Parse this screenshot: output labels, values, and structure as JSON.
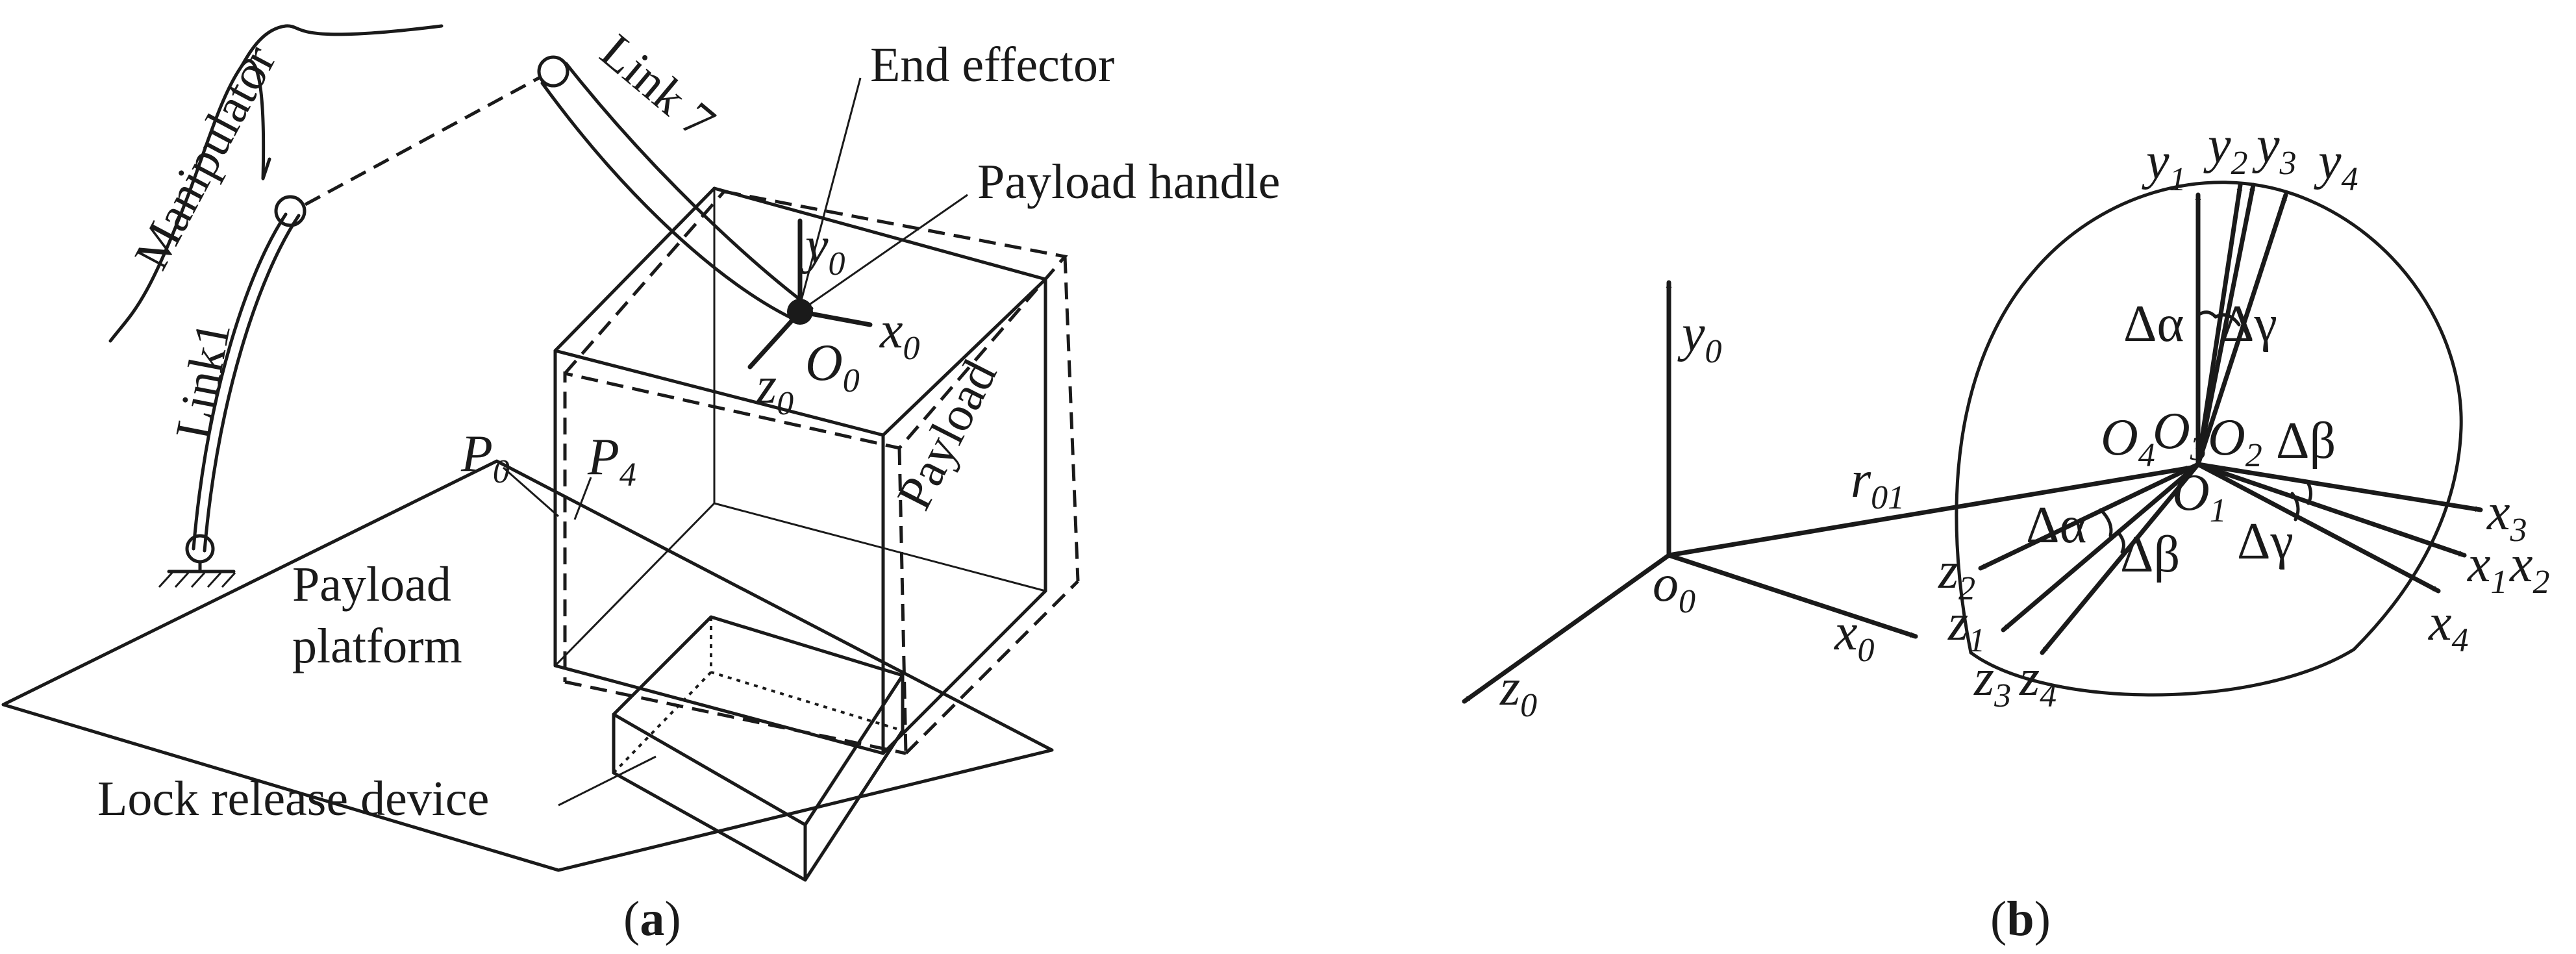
{
  "panel_a": {
    "labels": {
      "manipulator": "Manipulator",
      "link1": "Link1",
      "link7": "Link 7",
      "end_effector": "End effector",
      "payload_handle": "Payload handle",
      "payload": "Payload",
      "payload_platform_1": "Payload",
      "payload_platform_2": "platform",
      "lock_release_device": "Lock release device",
      "y0": "y",
      "y0_sub": "0",
      "x0": "x",
      "x0_sub": "0",
      "z0": "z",
      "z0_sub": "0",
      "O0": "O",
      "O0_sub": "0",
      "P0": "P",
      "P0_sub": "0",
      "P4": "P",
      "P4_sub": "4"
    },
    "caption": {
      "open": "(",
      "letter": "a",
      "close": ")"
    }
  },
  "panel_b": {
    "labels": {
      "y0": "y",
      "y0_sub": "0",
      "z0": "z",
      "z0_sub": "0",
      "x0": "x",
      "x0_sub": "0",
      "o0": "o",
      "o0_sub": "0",
      "r01": "r",
      "r01_sub": "01",
      "y1": "y",
      "y1_sub": "1",
      "y2": "y",
      "y2_sub": "2",
      "y3": "y",
      "y3_sub": "3",
      "y4": "y",
      "y4_sub": "4",
      "O1": "O",
      "O1_sub": "1",
      "O2": "O",
      "O2_sub": "2",
      "O3": "O",
      "O3_sub": "3",
      "O4": "O",
      "O4_sub": "4",
      "x1": "x",
      "x1_sub": "1",
      "x2": "x",
      "x2_sub": "2",
      "x3": "x",
      "x3_sub": "3",
      "x4": "x",
      "x4_sub": "4",
      "z1": "z",
      "z1_sub": "1",
      "z2": "z",
      "z2_sub": "2",
      "z3": "z",
      "z3_sub": "3",
      "z4": "z",
      "z4_sub": "4",
      "delta_alpha_top": "Δα",
      "delta_gamma_top": "Δγ",
      "delta_beta_right": "Δβ",
      "delta_alpha_low": "Δα",
      "delta_beta_low": "Δβ",
      "delta_gamma_low": "Δγ"
    },
    "caption": {
      "open": "(",
      "letter": "b",
      "close": ")"
    }
  }
}
